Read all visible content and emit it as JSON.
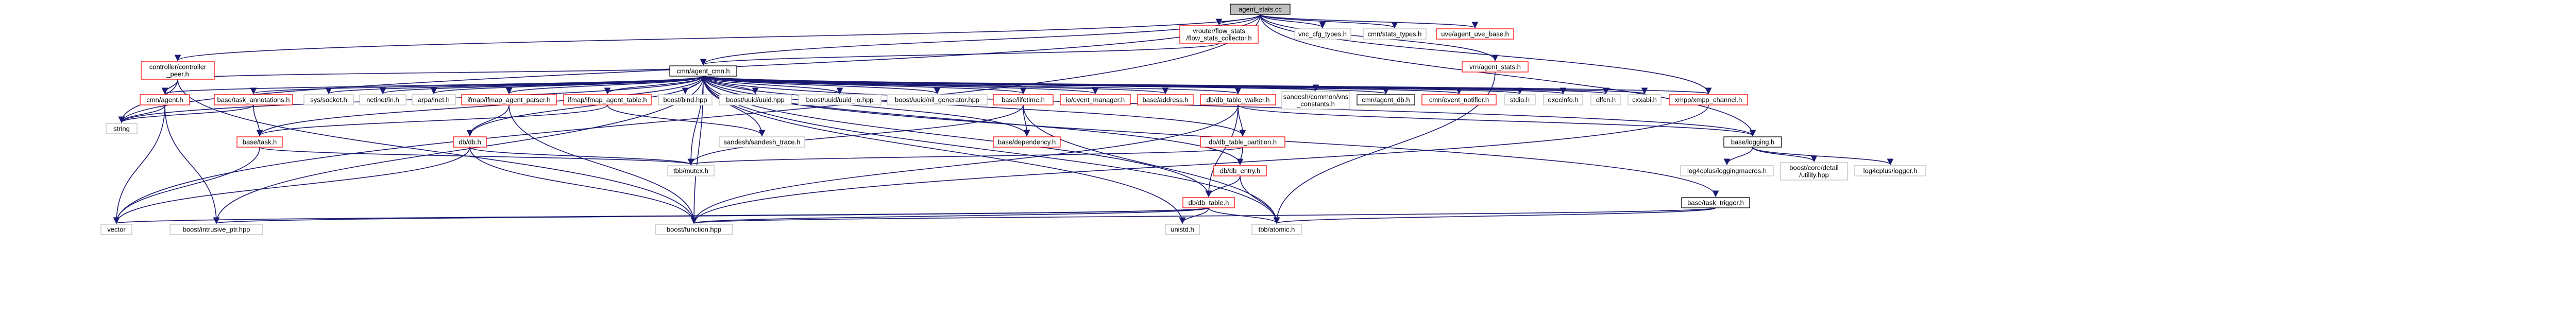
{
  "graph": {
    "nodes": [
      {
        "id": "agent_stats_cc",
        "lines": [
          "agent_stats.cc"
        ],
        "style": "root"
      },
      {
        "id": "vnc_cfg_types_h",
        "lines": [
          "vnc_cfg_types.h"
        ],
        "style": "gray"
      },
      {
        "id": "cmn_stats_types_h",
        "lines": [
          "cmn/stats_types.h"
        ],
        "style": "gray"
      },
      {
        "id": "uve_agent_uve_base_h",
        "lines": [
          "uve/agent_uve_base.h"
        ],
        "style": "red"
      },
      {
        "id": "vrouter_flow_stats_h",
        "lines": [
          "vrouter/flow_stats",
          "/flow_stats_collector.h"
        ],
        "style": "red"
      },
      {
        "id": "controller_peer_h",
        "lines": [
          "controller/controller",
          "_peer.h"
        ],
        "style": "red"
      },
      {
        "id": "cmn_agent_cmn_h",
        "lines": [
          "cmn/agent_cmn.h"
        ],
        "style": "black"
      },
      {
        "id": "vrn_agent_stats_h",
        "lines": [
          "vrn/agent_stats.h"
        ],
        "style": "red"
      },
      {
        "id": "cmn_agent_h",
        "lines": [
          "cmn/agent.h"
        ],
        "style": "red"
      },
      {
        "id": "string",
        "lines": [
          "string"
        ],
        "style": "gray"
      },
      {
        "id": "base_task_annotations_h",
        "lines": [
          "base/task_annotations.h"
        ],
        "style": "red"
      },
      {
        "id": "sys_socket_h",
        "lines": [
          "sys/socket.h"
        ],
        "style": "gray"
      },
      {
        "id": "netinet_in_h",
        "lines": [
          "netinet/in.h"
        ],
        "style": "gray"
      },
      {
        "id": "arpa_inet_h",
        "lines": [
          "arpa/inet.h"
        ],
        "style": "gray"
      },
      {
        "id": "ifmap_agent_parser_h",
        "lines": [
          "ifmap/ifmap_agent_parser.h"
        ],
        "style": "red"
      },
      {
        "id": "ifmap_agent_table_h",
        "lines": [
          "ifmap/ifmap_agent_table.h"
        ],
        "style": "red"
      },
      {
        "id": "boost_bind_hpp",
        "lines": [
          "boost/bind.hpp"
        ],
        "style": "gray"
      },
      {
        "id": "boost_uuid_hpp",
        "lines": [
          "boost/uuid/uuid.hpp"
        ],
        "style": "gray"
      },
      {
        "id": "boost_uuid_io_hpp",
        "lines": [
          "boost/uuid/uuid_io.hpp"
        ],
        "style": "gray"
      },
      {
        "id": "boost_uuid_generators_hpp",
        "lines": [
          "boost/uuid/nil_generator.hpp"
        ],
        "style": "gray"
      },
      {
        "id": "base_lifetime_h",
        "lines": [
          "base/lifetime.h"
        ],
        "style": "red"
      },
      {
        "id": "io_event_manager_h",
        "lines": [
          "io/event_manager.h"
        ],
        "style": "red"
      },
      {
        "id": "base_address_h",
        "lines": [
          "base/address.h"
        ],
        "style": "red"
      },
      {
        "id": "db_table_walker_h",
        "lines": [
          "db/db_table_walker.h"
        ],
        "style": "red"
      },
      {
        "id": "sandesh_vns_constants_h",
        "lines": [
          "sandesh/common/vns",
          "_constants.h"
        ],
        "style": "gray"
      },
      {
        "id": "cmn_agent_db_h",
        "lines": [
          "cmn/agent_db.h"
        ],
        "style": "black"
      },
      {
        "id": "cmn_event_notifier_h",
        "lines": [
          "cmn/event_notifier.h"
        ],
        "style": "red"
      },
      {
        "id": "stdio_h",
        "lines": [
          "stdio.h"
        ],
        "style": "gray"
      },
      {
        "id": "execinfo_h",
        "lines": [
          "execinfo.h"
        ],
        "style": "gray"
      },
      {
        "id": "dlfcn_h",
        "lines": [
          "dlfcn.h"
        ],
        "style": "gray"
      },
      {
        "id": "cxxabi_h",
        "lines": [
          "cxxabi.h"
        ],
        "style": "gray"
      },
      {
        "id": "xmpp_channel_h",
        "lines": [
          "xmpp/xmpp_channel.h"
        ],
        "style": "red"
      },
      {
        "id": "base_task_h",
        "lines": [
          "base/task.h"
        ],
        "style": "red"
      },
      {
        "id": "db_db_h",
        "lines": [
          "db/db.h"
        ],
        "style": "red"
      },
      {
        "id": "sandesh_trace_h",
        "lines": [
          "sandesh/sandesh_trace.h"
        ],
        "style": "gray"
      },
      {
        "id": "base_dependency_h",
        "lines": [
          "base/dependency.h"
        ],
        "style": "red"
      },
      {
        "id": "db_table_partition_h",
        "lines": [
          "db/db_table_partition.h"
        ],
        "style": "red"
      },
      {
        "id": "base_logging_h",
        "lines": [
          "base/logging.h"
        ],
        "style": "black"
      },
      {
        "id": "tbb_mutex_h",
        "lines": [
          "tbb/mutex.h"
        ],
        "style": "gray"
      },
      {
        "id": "db_entry_h",
        "lines": [
          "db/db_entry.h"
        ],
        "style": "red"
      },
      {
        "id": "log4cplus_loggingmacros_h",
        "lines": [
          "log4cplus/loggingmacros.h"
        ],
        "style": "gray"
      },
      {
        "id": "boost_utility_hpp",
        "lines": [
          "boost/core/detail",
          "/utility.hpp"
        ],
        "style": "gray"
      },
      {
        "id": "log4cplus_logger_h",
        "lines": [
          "log4cplus/logger.h"
        ],
        "style": "gray"
      },
      {
        "id": "db_db_table_h",
        "lines": [
          "db/db_table.h"
        ],
        "style": "red"
      },
      {
        "id": "base_task_trigger_h",
        "lines": [
          "base/task_trigger.h"
        ],
        "style": "black"
      },
      {
        "id": "vector",
        "lines": [
          "vector"
        ],
        "style": "gray"
      },
      {
        "id": "boost_intrusive_ptr_hpp",
        "lines": [
          "boost/intrusive_ptr.hpp"
        ],
        "style": "gray"
      },
      {
        "id": "boost_function_hpp",
        "lines": [
          "boost/function.hpp"
        ],
        "style": "gray"
      },
      {
        "id": "unistd_h",
        "lines": [
          "unistd.h"
        ],
        "style": "gray"
      },
      {
        "id": "tbb_atomic_h",
        "lines": [
          "tbb/atomic.h"
        ],
        "style": "gray"
      }
    ],
    "edges": [
      [
        "agent_stats_cc",
        "vnc_cfg_types_h"
      ],
      [
        "agent_stats_cc",
        "cmn_stats_types_h"
      ],
      [
        "agent_stats_cc",
        "uve_agent_uve_base_h"
      ],
      [
        "agent_stats_cc",
        "vrouter_flow_stats_h"
      ],
      [
        "agent_stats_cc",
        "controller_peer_h"
      ],
      [
        "agent_stats_cc",
        "cmn_agent_cmn_h"
      ],
      [
        "agent_stats_cc",
        "vrn_agent_stats_h"
      ],
      [
        "agent_stats_cc",
        "xmpp_channel_h"
      ],
      [
        "agent_stats_cc",
        "base_logging_h"
      ],
      [
        "agent_stats_cc",
        "string"
      ],
      [
        "agent_stats_cc",
        "vector"
      ],
      [
        "vrouter_flow_stats_h",
        "cmn_agent_cmn_h"
      ],
      [
        "controller_peer_h",
        "cmn_agent_cmn_h"
      ],
      [
        "controller_peer_h",
        "cmn_agent_h"
      ],
      [
        "controller_peer_h",
        "string"
      ],
      [
        "controller_peer_h",
        "boost_function_hpp"
      ],
      [
        "vrn_agent_stats_h",
        "tbb_atomic_h"
      ],
      [
        "cmn_agent_cmn_h",
        "cmn_agent_h"
      ],
      [
        "cmn_agent_cmn_h",
        "string"
      ],
      [
        "cmn_agent_cmn_h",
        "base_task_annotations_h"
      ],
      [
        "cmn_agent_cmn_h",
        "sys_socket_h"
      ],
      [
        "cmn_agent_cmn_h",
        "netinet_in_h"
      ],
      [
        "cmn_agent_cmn_h",
        "arpa_inet_h"
      ],
      [
        "cmn_agent_cmn_h",
        "ifmap_agent_parser_h"
      ],
      [
        "cmn_agent_cmn_h",
        "ifmap_agent_table_h"
      ],
      [
        "cmn_agent_cmn_h",
        "boost_bind_hpp"
      ],
      [
        "cmn_agent_cmn_h",
        "boost_uuid_hpp"
      ],
      [
        "cmn_agent_cmn_h",
        "boost_uuid_io_hpp"
      ],
      [
        "cmn_agent_cmn_h",
        "boost_uuid_generators_hpp"
      ],
      [
        "cmn_agent_cmn_h",
        "base_lifetime_h"
      ],
      [
        "cmn_agent_cmn_h",
        "io_event_manager_h"
      ],
      [
        "cmn_agent_cmn_h",
        "base_address_h"
      ],
      [
        "cmn_agent_cmn_h",
        "db_table_walker_h"
      ],
      [
        "cmn_agent_cmn_h",
        "sandesh_vns_constants_h"
      ],
      [
        "cmn_agent_cmn_h",
        "cmn_agent_db_h"
      ],
      [
        "cmn_agent_cmn_h",
        "cmn_event_notifier_h"
      ],
      [
        "cmn_agent_cmn_h",
        "stdio_h"
      ],
      [
        "cmn_agent_cmn_h",
        "execinfo_h"
      ],
      [
        "cmn_agent_cmn_h",
        "dlfcn_h"
      ],
      [
        "cmn_agent_cmn_h",
        "cxxabi_h"
      ],
      [
        "cmn_agent_cmn_h",
        "xmpp_channel_h"
      ],
      [
        "cmn_agent_cmn_h",
        "base_logging_h"
      ],
      [
        "cmn_agent_cmn_h",
        "base_task_h"
      ],
      [
        "cmn_agent_cmn_h",
        "db_db_h"
      ],
      [
        "cmn_agent_cmn_h",
        "sandesh_trace_h"
      ],
      [
        "cmn_agent_cmn_h",
        "base_dependency_h"
      ],
      [
        "cmn_agent_cmn_h",
        "db_table_partition_h"
      ],
      [
        "cmn_agent_cmn_h",
        "tbb_mutex_h"
      ],
      [
        "cmn_agent_cmn_h",
        "db_entry_h"
      ],
      [
        "cmn_agent_cmn_h",
        "db_db_table_h"
      ],
      [
        "cmn_agent_cmn_h",
        "base_task_trigger_h"
      ],
      [
        "cmn_agent_cmn_h",
        "boost_intrusive_ptr_hpp"
      ],
      [
        "cmn_agent_cmn_h",
        "boost_function_hpp"
      ],
      [
        "cmn_agent_cmn_h",
        "unistd_h"
      ],
      [
        "cmn_agent_cmn_h",
        "tbb_atomic_h"
      ],
      [
        "cmn_agent_h",
        "string"
      ],
      [
        "cmn_agent_h",
        "vector"
      ],
      [
        "cmn_agent_h",
        "boost_intrusive_ptr_hpp"
      ],
      [
        "base_task_annotations_h",
        "string"
      ],
      [
        "base_task_annotations_h",
        "base_task_h"
      ],
      [
        "ifmap_agent_parser_h",
        "db_db_h"
      ],
      [
        "ifmap_agent_parser_h",
        "boost_function_hpp"
      ],
      [
        "ifmap_agent_table_h",
        "base_task_h"
      ],
      [
        "ifmap_agent_table_h",
        "sandesh_trace_h"
      ],
      [
        "base_task_h",
        "vector"
      ],
      [
        "base_task_h",
        "tbb_mutex_h"
      ],
      [
        "db_db_h",
        "vector"
      ],
      [
        "db_db_h",
        "tbb_mutex_h"
      ],
      [
        "db_db_h",
        "boost_function_hpp"
      ],
      [
        "base_lifetime_h",
        "base_dependency_h"
      ],
      [
        "base_lifetime_h",
        "tbb_mutex_h"
      ],
      [
        "base_lifetime_h",
        "tbb_atomic_h"
      ],
      [
        "db_table_walker_h",
        "db_table_partition_h"
      ],
      [
        "db_table_walker_h",
        "db_db_table_h"
      ],
      [
        "db_table_walker_h",
        "boost_function_hpp"
      ],
      [
        "db_table_walker_h",
        "base_logging_h"
      ],
      [
        "db_table_partition_h",
        "tbb_mutex_h"
      ],
      [
        "db_table_partition_h",
        "db_entry_h"
      ],
      [
        "db_entry_h",
        "db_db_table_h"
      ],
      [
        "db_entry_h",
        "tbb_atomic_h"
      ],
      [
        "db_db_table_h",
        "vector"
      ],
      [
        "db_db_table_h",
        "boost_intrusive_ptr_hpp"
      ],
      [
        "db_db_table_h",
        "boost_function_hpp"
      ],
      [
        "db_db_table_h",
        "unistd_h"
      ],
      [
        "db_db_table_h",
        "tbb_atomic_h"
      ],
      [
        "base_logging_h",
        "log4cplus_loggingmacros_h"
      ],
      [
        "base_logging_h",
        "boost_utility_hpp"
      ],
      [
        "base_logging_h",
        "log4cplus_logger_h"
      ],
      [
        "base_task_trigger_h",
        "boost_function_hpp"
      ],
      [
        "base_task_trigger_h",
        "tbb_atomic_h"
      ],
      [
        "xmpp_channel_h",
        "boost_function_hpp"
      ]
    ]
  }
}
